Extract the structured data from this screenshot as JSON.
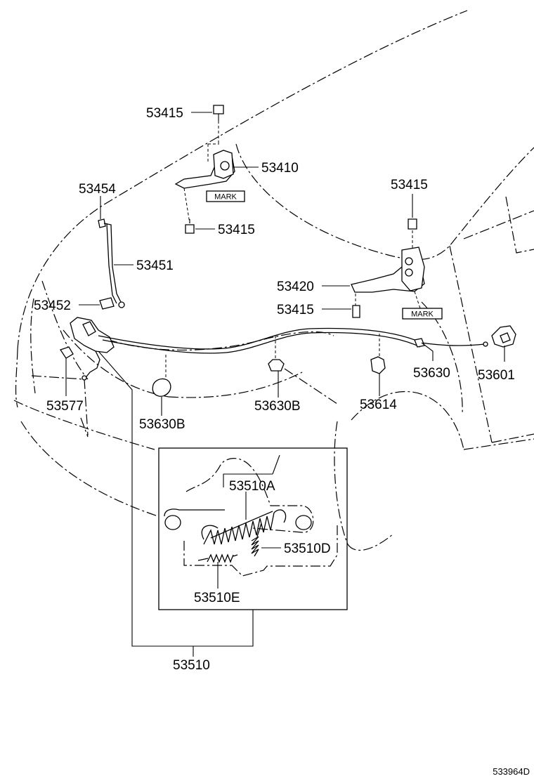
{
  "diagram": {
    "labels": {
      "p53415_top": "53415",
      "p53410": "53410",
      "p53454": "53454",
      "p53415_right": "53415",
      "p53415_mid": "53415",
      "p53451": "53451",
      "p53420": "53420",
      "p53452": "53452",
      "p53415_lower": "53415",
      "p53630": "53630",
      "p53601": "53601",
      "p53577": "53577",
      "p53630B_left": "53630B",
      "p53630B_center": "53630B",
      "p53614": "53614",
      "p53510A": "53510A",
      "p53510D": "53510D",
      "p53510E": "53510E",
      "p53510": "53510"
    },
    "mark_left": "MARK",
    "mark_right": "MARK",
    "reference_code": "533964D"
  }
}
